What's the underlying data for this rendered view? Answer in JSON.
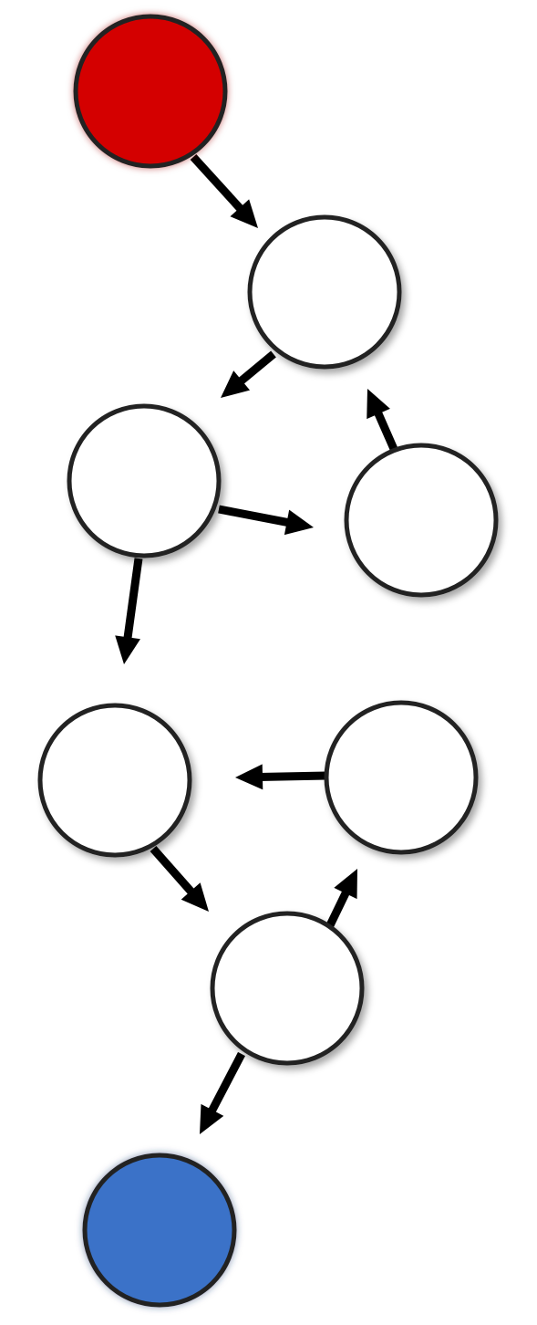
{
  "nodes": [
    {
      "id": "start",
      "role": "start",
      "color": "#d40000"
    },
    {
      "id": "n1",
      "role": "intermediate",
      "color": "#ffffff"
    },
    {
      "id": "n2",
      "role": "intermediate",
      "color": "#ffffff"
    },
    {
      "id": "n3",
      "role": "intermediate",
      "color": "#ffffff"
    },
    {
      "id": "n4",
      "role": "intermediate",
      "color": "#ffffff"
    },
    {
      "id": "n5",
      "role": "intermediate",
      "color": "#ffffff"
    },
    {
      "id": "n6",
      "role": "intermediate",
      "color": "#ffffff"
    },
    {
      "id": "end",
      "role": "end",
      "color": "#3a72c8"
    }
  ],
  "edges": [
    {
      "from": "start",
      "to": "n1"
    },
    {
      "from": "n1",
      "to": "n2"
    },
    {
      "from": "n2",
      "to": "n3"
    },
    {
      "from": "n3",
      "to": "n1"
    },
    {
      "from": "n2",
      "to": "n4"
    },
    {
      "from": "n4",
      "to": "n6"
    },
    {
      "from": "n6",
      "to": "n5"
    },
    {
      "from": "n5",
      "to": "n4"
    },
    {
      "from": "n6",
      "to": "end"
    }
  ]
}
